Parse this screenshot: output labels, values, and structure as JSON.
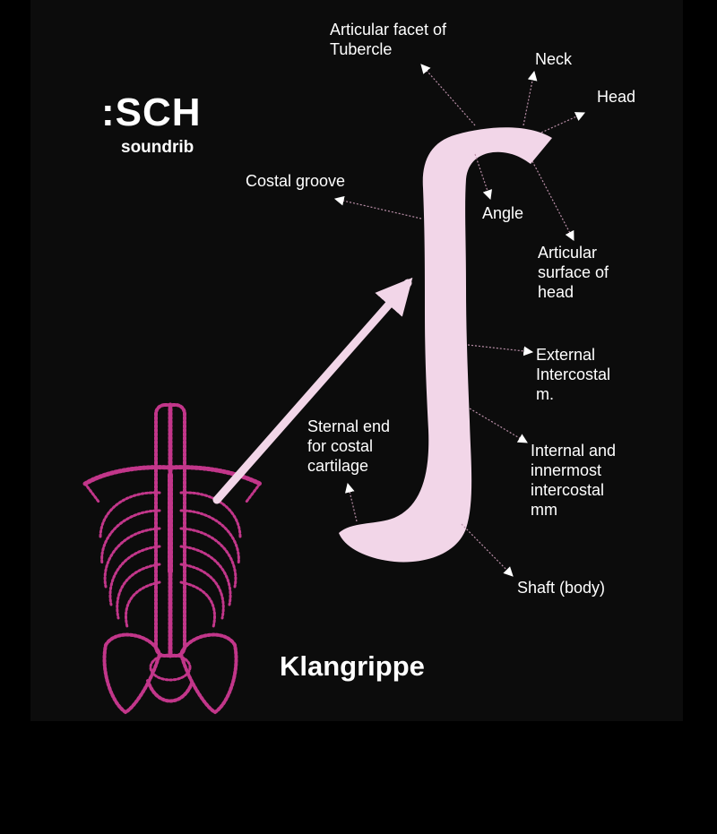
{
  "brand": {
    "title": ":SCH",
    "subtitle": "soundrib"
  },
  "footer": {
    "title": "Klangrippe"
  },
  "colors": {
    "rib": "#f2d6e8",
    "skeleton": "#c2368a",
    "leader": "#ba8fa8",
    "text": "#ffffff",
    "background": "#000000",
    "panel": "#0c0c0c"
  },
  "labels": [
    {
      "id": "articular-facet",
      "lines": [
        "Articular facet of",
        "Tubercle"
      ]
    },
    {
      "id": "neck",
      "lines": [
        "Neck"
      ]
    },
    {
      "id": "head",
      "lines": [
        "Head"
      ]
    },
    {
      "id": "costal-groove",
      "lines": [
        "Costal groove"
      ]
    },
    {
      "id": "angle",
      "lines": [
        "Angle"
      ]
    },
    {
      "id": "articular-surface",
      "lines": [
        "Articular",
        "surface of",
        "head"
      ]
    },
    {
      "id": "external-intercostal",
      "lines": [
        "External",
        "Intercostal",
        "m."
      ]
    },
    {
      "id": "sternal-end",
      "lines": [
        "Sternal end",
        "for costal",
        "cartilage"
      ]
    },
    {
      "id": "internal-innermost",
      "lines": [
        "Internal and",
        "innermost",
        "intercostal",
        "mm"
      ]
    },
    {
      "id": "shaft",
      "lines": [
        "Shaft (body)"
      ]
    }
  ],
  "icons": {
    "skeleton": "ribcage-skeleton-icon",
    "rib": "rib-bone-icon"
  }
}
